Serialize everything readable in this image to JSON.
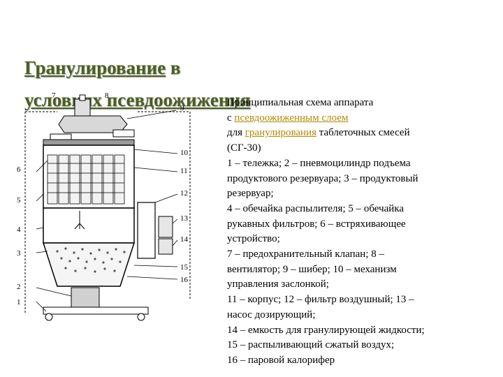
{
  "slide": {
    "title_word_1": "Гранулирование",
    "title_word_2": " в",
    "title_word_3": "условиях ",
    "title_word_4": "псевдоожижения"
  },
  "diagram": {
    "labels": [
      "7",
      "8",
      "9",
      "6",
      "10",
      "11",
      "12",
      "5",
      "13",
      "4",
      "14",
      "3",
      "15",
      "16",
      "2",
      "1"
    ]
  },
  "description": {
    "l1": "Принципиальная схема аппарата",
    "l2a": "с ",
    "l2b": "псевдоожиженным слоем",
    "l3a": "для ",
    "l3b": "гранулирования",
    "l3c": " таблеточных смесей",
    "l4": "(СГ-30)",
    "l5": "1 – тележка; 2 – пневмоцилиндр подъема",
    "l6": "продуктового резервуара; 3 – продуктовый",
    "l7": "резервуар;",
    "l8": "4 – обечайка распылителя; 5 – обечайка",
    "l9": "рукавных фильтров; 6 – встряхивающее",
    "l10": "устройство;",
    "l11": "7 – предохранительный клапан; 8 –",
    "l12": "вентилятор; 9 – шибер; 10 – механизм",
    "l13": "управления заслонкой;",
    "l14": "11 – корпус; 12 – фильтр воздушный; 13 –",
    "l15": "насос дозирующий;",
    "l16": "14 – емкость для гранулирующей жидкости;",
    "l17": "15 – распыливающий сжатый воздух;",
    "l18": "16 – паровой калорифер"
  }
}
